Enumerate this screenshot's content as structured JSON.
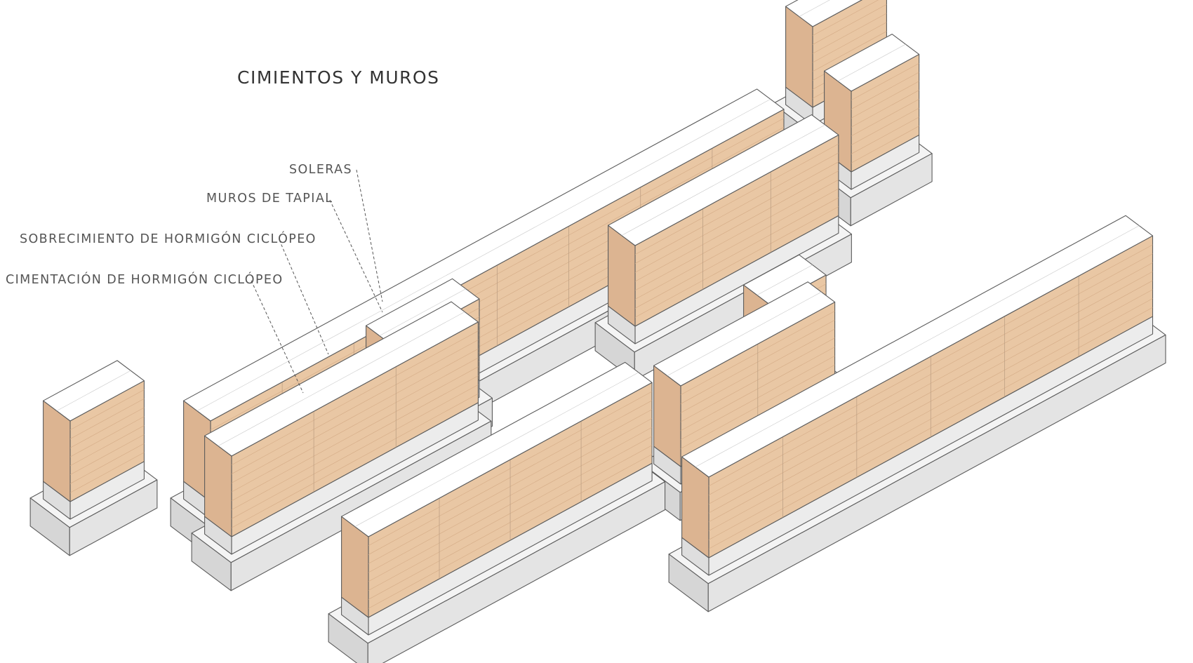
{
  "title": "CIMIENTOS Y MUROS",
  "labels": {
    "soleras": "SOLERAS",
    "muros_tapial": "MUROS DE TAPIAL",
    "sobrecimiento": "SOBRECIMIENTO DE HORMIGÓN CICLÓPEO",
    "cimentacion": "CIMENTACIÓN DE HORMIGÓN CICLÓPEO"
  },
  "colors": {
    "foundation_top": "#f4f4f4",
    "foundation_front": "#e4e4e4",
    "foundation_side": "#d6d6d6",
    "rammed_earth_front": "#e9c7a4",
    "rammed_earth_side": "#dcb491",
    "rammed_earth_back": "#d9c0aa",
    "sill_plate_top": "#ffffff",
    "line": "#5c5c5c",
    "leader": "#555555"
  }
}
